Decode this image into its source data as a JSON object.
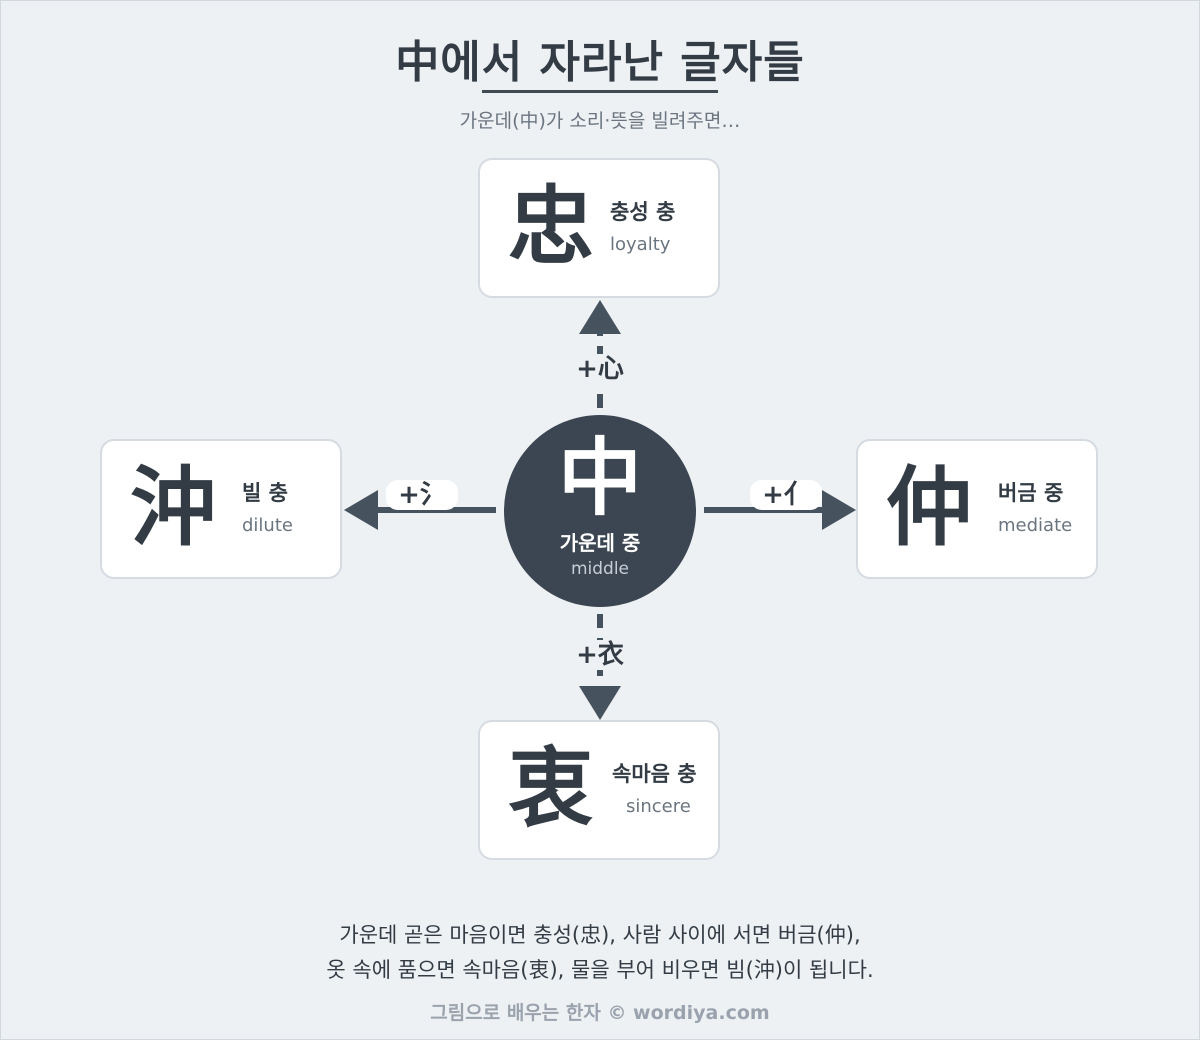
{
  "header": {
    "title": "中에서 자라난 글자들",
    "subtitle": "가운데(中)가 소리·뜻을 빌려주면…"
  },
  "center": {
    "hanja": "中",
    "korean": "가운데 중",
    "english": "middle"
  },
  "derived": {
    "top": {
      "hanja": "忠",
      "korean": "충성 충",
      "english": "loyalty",
      "operator": "+心"
    },
    "left": {
      "hanja": "沖",
      "korean": "빌 충",
      "english": "dilute",
      "operator": "+氵"
    },
    "right": {
      "hanja": "仲",
      "korean": "버금 중",
      "english": "mediate",
      "operator": "+亻"
    },
    "bottom": {
      "hanja": "衷",
      "korean": "속마음 충",
      "english": "sincere",
      "operator": "+衣"
    }
  },
  "footer": {
    "line1": "가운데 곧은 마음이면 충성(忠), 사람 사이에 서면 버금(仲),",
    "line2": "옷 속에 품으면 속마음(衷), 물을 부어 비우면 빔(沖)이 됩니다.",
    "credit": "그림으로 배우는 한자 © wordiya.com"
  },
  "colors": {
    "background": "#eef1f4",
    "dark": "#3b4652",
    "card": "#ffffff",
    "arrow": "#46525e"
  }
}
